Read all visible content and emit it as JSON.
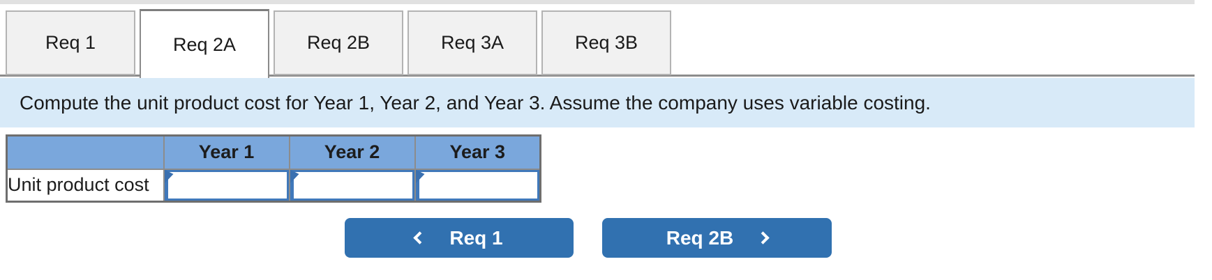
{
  "colors": {
    "header_blue": "#7AA7DC",
    "banner_blue": "#D8EAF8",
    "button_blue": "#3171B0",
    "input_border_blue": "#4078BA",
    "tab_inactive_gray": "#F1F1F1"
  },
  "tabs": {
    "items": [
      {
        "label": "Req 1",
        "active": false
      },
      {
        "label": "Req 2A",
        "active": true
      },
      {
        "label": "Req 2B",
        "active": false
      },
      {
        "label": "Req 3A",
        "active": false
      },
      {
        "label": "Req 3B",
        "active": false
      }
    ]
  },
  "instruction": {
    "text": "Compute the unit product cost for Year 1, Year 2, and Year 3. Assume the company uses variable costing."
  },
  "table": {
    "column_headers": [
      "",
      "Year 1",
      "Year 2",
      "Year 3"
    ],
    "rows": [
      {
        "label": "Unit product cost",
        "values": [
          "",
          "",
          ""
        ]
      }
    ]
  },
  "nav": {
    "prev_label": "Req 1",
    "next_label": "Req 2B"
  }
}
